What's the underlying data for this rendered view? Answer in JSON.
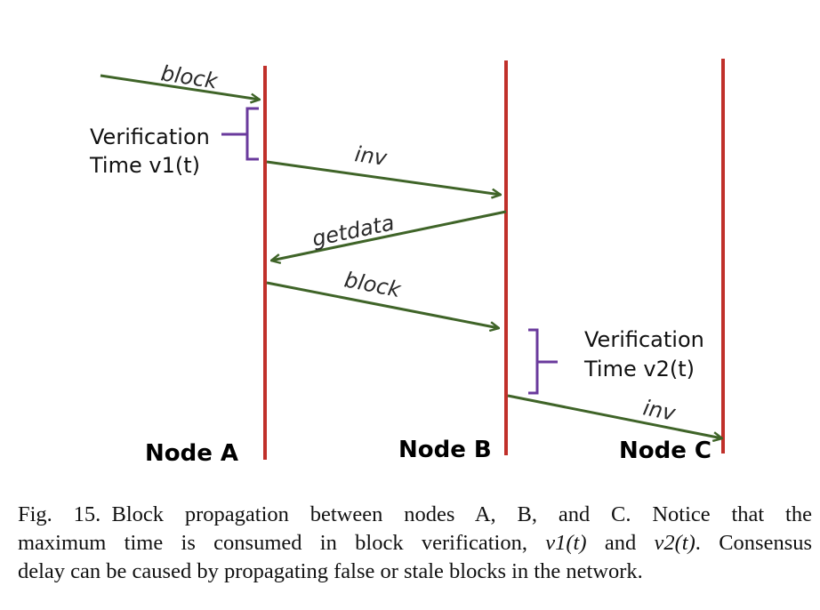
{
  "diagram": {
    "nodes": [
      {
        "label": "Node A"
      },
      {
        "label": "Node B"
      },
      {
        "label": "Node C"
      }
    ],
    "messages": [
      {
        "label": "block"
      },
      {
        "label": "inv"
      },
      {
        "label": "getdata"
      },
      {
        "label": "block"
      },
      {
        "label": "inv"
      }
    ],
    "verification": [
      {
        "line1": "Verification",
        "line2": "Time v1(t)"
      },
      {
        "line1": "Verification",
        "line2": "Time v2(t)"
      }
    ],
    "colors": {
      "lifeline": "#c0302a",
      "arrow": "#3f6428",
      "bracket": "#6a3a9c"
    }
  },
  "caption": {
    "line1_start": "Fig. 15. Block propagation between nodes A, B, and C. Notice that the",
    "line2_start": "maximum time is consumed in block verification, ",
    "math1": "v1(t)",
    "between": " and ",
    "math2": "v2(t)",
    "line2_end": ". Consensus",
    "line3": "delay can be caused by propagating false or stale blocks in the network."
  }
}
